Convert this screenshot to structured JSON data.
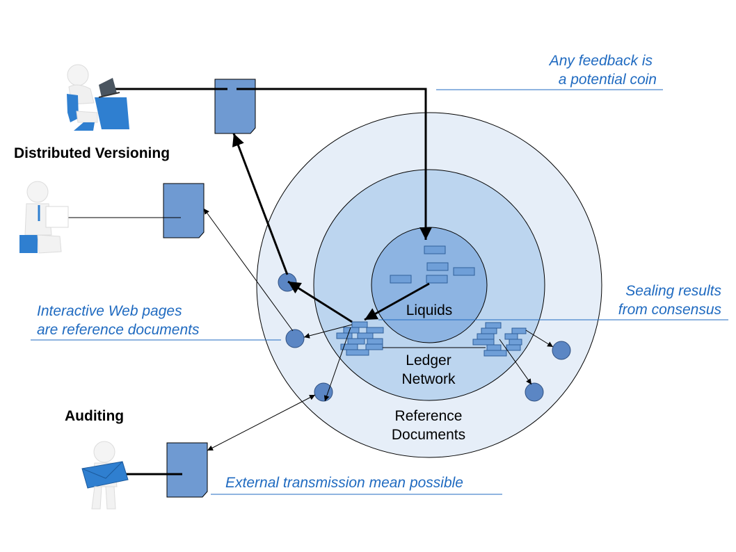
{
  "labels": {
    "distributed_versioning": "Distributed Versioning",
    "auditing": "Auditing",
    "liquids": "Liquids",
    "ledger_line1": "Ledger",
    "ledger_line2": "Network",
    "reference_line1": "Reference",
    "reference_line2": "Documents"
  },
  "notes": {
    "feedback_line1": "Any feedback is",
    "feedback_line2": "a potential coin",
    "sealing_line1": "Sealing results",
    "sealing_line2": "from consensus",
    "interactive_line1": "Interactive Web pages",
    "interactive_line2": "are reference documents",
    "external": "External transmission mean possible"
  },
  "actors": [
    {
      "icon": "person-at-laptop-icon"
    },
    {
      "icon": "person-reading-document-icon"
    },
    {
      "icon": "person-holding-envelope-icon"
    }
  ],
  "colors": {
    "outer_ring": "#e6eef8",
    "middle_ring": "#bcd5ef",
    "inner_ring": "#8db4e2",
    "block_fill": "#6f9fd8",
    "block_stroke": "#2f5f9a",
    "document_fill": "#6f9ad2",
    "note_text": "#1f6ac0"
  }
}
